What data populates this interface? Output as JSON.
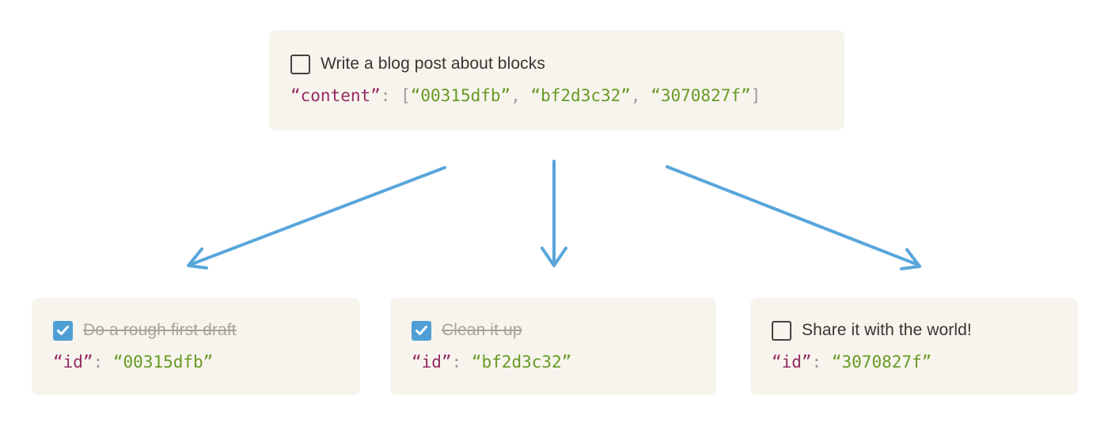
{
  "colors": {
    "page_background": "#ffffff",
    "card_background": "#f7f4ee",
    "text": "#37352f",
    "done_text": "#a6a39d",
    "code_key": "#952a62",
    "code_string": "#689a23",
    "code_punctuation": "#9b9a96",
    "checkbox_checked": "#4f9fd4",
    "arrow": "#58a6db"
  },
  "parent": {
    "title": "Write a blog post about blocks",
    "checked": false,
    "code": {
      "key": "“content”",
      "colon": ": ",
      "open": "[",
      "values": [
        "“00315dfb”",
        "“bf2d3c32”",
        "“3070827f”"
      ],
      "sep": ", ",
      "close": "]"
    }
  },
  "children": [
    {
      "title": "Do a rough first draft",
      "checked": true,
      "code": {
        "key": "“id”",
        "colon": ": ",
        "value": "“00315dfb”"
      }
    },
    {
      "title": "Clean it up",
      "checked": true,
      "code": {
        "key": "“id”",
        "colon": ": ",
        "value": "“bf2d3c32”"
      }
    },
    {
      "title": "Share it with the world!",
      "checked": false,
      "code": {
        "key": "“id”",
        "colon": ": ",
        "value": "“3070827f”"
      }
    }
  ]
}
